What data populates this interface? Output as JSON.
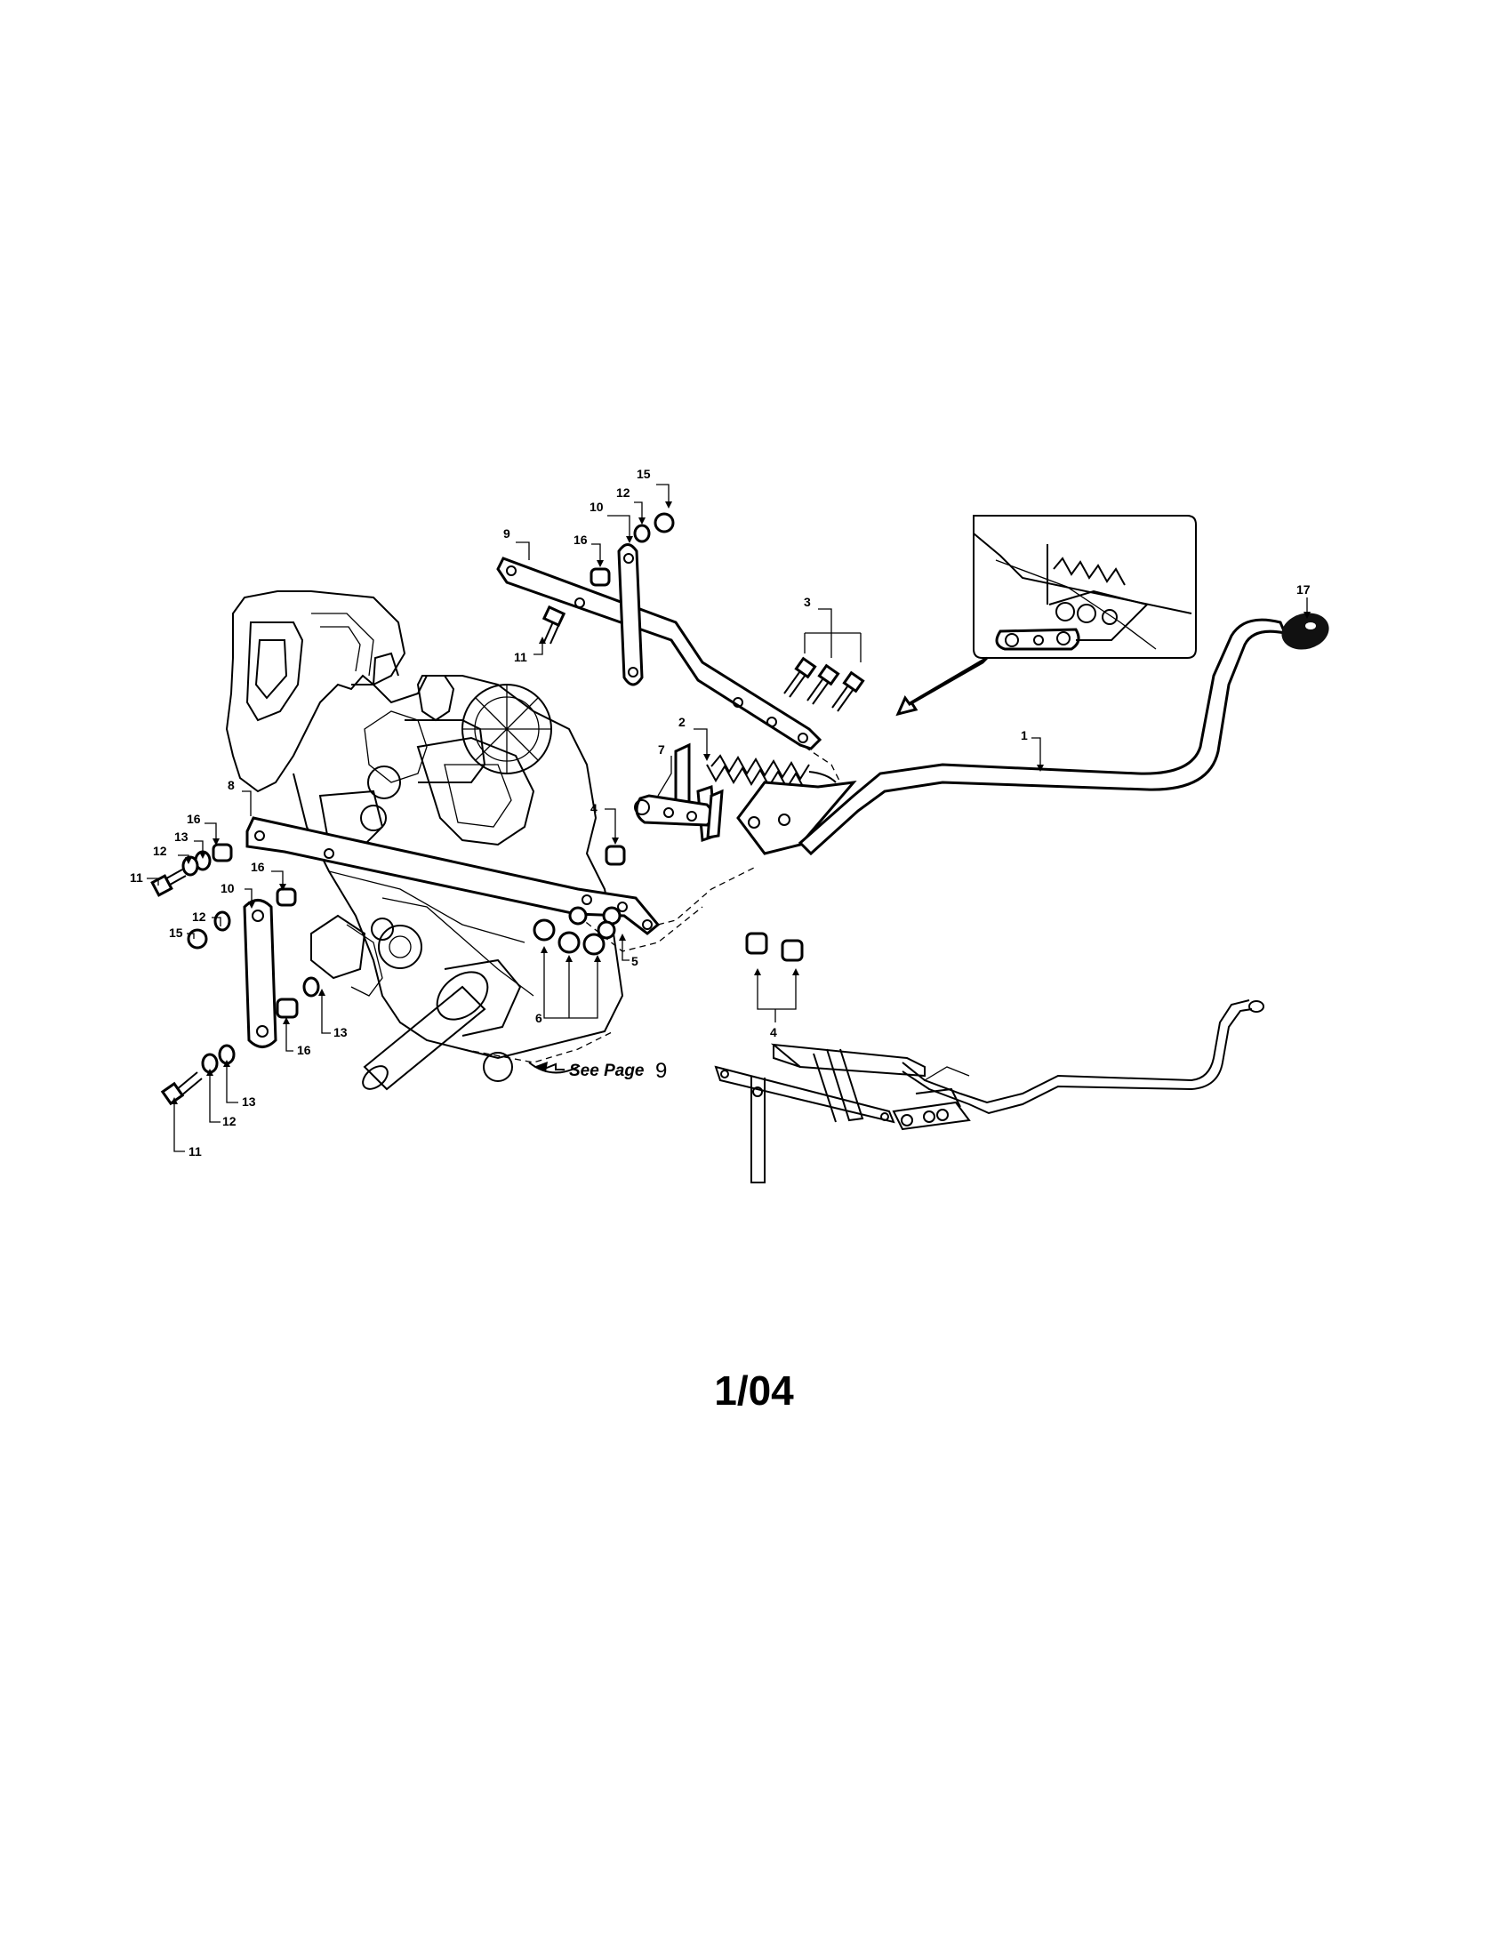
{
  "callouts": {
    "c1": "1",
    "c2": "2",
    "c3": "3",
    "c4a": "4",
    "c4b": "4",
    "c5": "5",
    "c6": "6",
    "c7": "7",
    "c8": "8",
    "c9": "9",
    "c10a": "10",
    "c10b": "10",
    "c11a": "11",
    "c11b": "11",
    "c11c": "11",
    "c12a": "12",
    "c12b": "12",
    "c12c": "12",
    "c12d": "12",
    "c13a": "13",
    "c13b": "13",
    "c13c": "13",
    "c15a": "15",
    "c15b": "15",
    "c16a": "16",
    "c16b": "16",
    "c16c": "16",
    "c16d": "16",
    "c17": "17"
  },
  "see_page": {
    "label": "See Page",
    "page_number": "9"
  },
  "footer": {
    "code": "1/04"
  }
}
